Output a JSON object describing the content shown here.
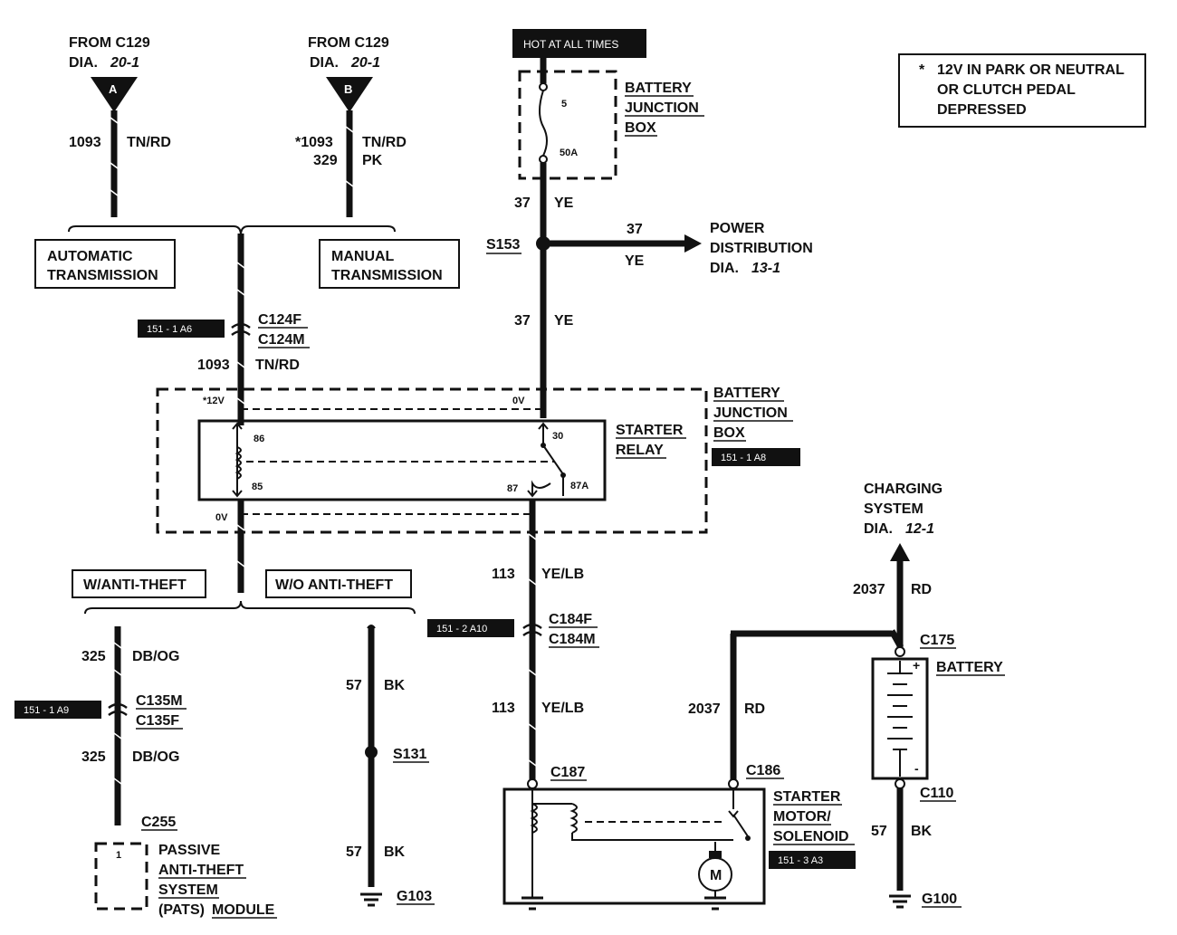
{
  "note": {
    "star": "*",
    "line1": "12V IN PARK OR NEUTRAL",
    "line2": "OR CLUTCH PEDAL",
    "line3": "DEPRESSED"
  },
  "hot_label": "HOT AT ALL TIMES",
  "from_a": {
    "line1": "FROM C129",
    "dia_prefix": "DIA.",
    "dia_ref": "20-1",
    "letter": "A"
  },
  "from_b": {
    "line1": "FROM C129",
    "dia_prefix": "DIA.",
    "dia_ref": "20-1",
    "letter": "B"
  },
  "wire_a": {
    "num": "1093",
    "color": "TN/RD"
  },
  "wire_b1": {
    "num": "*1093",
    "color": "TN/RD"
  },
  "wire_b2": {
    "num": "329",
    "color": "PK"
  },
  "auto_box": {
    "line1": "AUTOMATIC",
    "line2": "TRANSMISSION"
  },
  "manual_box": {
    "line1": "MANUAL",
    "line2": "TRANSMISSION"
  },
  "tag_a6": "151 - 1 A6",
  "conn_c124": {
    "f": "C124F",
    "m": "C124M"
  },
  "wire_1093_low": {
    "num": "1093",
    "color": "TN/RD"
  },
  "bjb_top": {
    "line1": "BATTERY",
    "line2": "JUNCTION",
    "line3": "BOX",
    "fuse_num": "5",
    "fuse_amp": "50A"
  },
  "wire_37_top": {
    "num": "37",
    "color": "YE"
  },
  "splice_s153": "S153",
  "wire_37_right": {
    "num": "37",
    "color": "YE"
  },
  "power_dist": {
    "line1": "POWER",
    "line2": "DISTRIBUTION",
    "dia_prefix": "DIA.",
    "dia_ref": "13-1"
  },
  "wire_37_mid": {
    "num": "37",
    "color": "YE"
  },
  "bjb_main": {
    "line1": "BATTERY",
    "line2": "JUNCTION",
    "line3": "BOX",
    "tag": "151 - 1 A8"
  },
  "volt_12v": "*12V",
  "volt_0v_top": "0V",
  "volt_0v_bot": "0V",
  "relay": {
    "line1": "STARTER",
    "line2": "RELAY",
    "pin86": "86",
    "pin85": "85",
    "pin30": "30",
    "pin87": "87",
    "pin87a": "87A"
  },
  "anti_theft": "W/ANTI-THEFT",
  "no_anti_theft": "W/O ANTI-THEFT",
  "wire_113_top": {
    "num": "113",
    "color": "YE/LB"
  },
  "tag_a10": "151 - 2 A10",
  "conn_c184": {
    "f": "C184F",
    "m": "C184M"
  },
  "wire_113_low": {
    "num": "113",
    "color": "YE/LB"
  },
  "wire_325_top": {
    "num": "325",
    "color": "DB/OG"
  },
  "tag_a9": "151 - 1 A9",
  "conn_c135": {
    "m": "C135M",
    "f": "C135F"
  },
  "wire_325_low": {
    "num": "325",
    "color": "DB/OG"
  },
  "conn_c255": "C255",
  "pats": {
    "pin": "1",
    "line1": "PASSIVE",
    "line2": "ANTI-THEFT",
    "line3": "SYSTEM",
    "line4a": "(PATS)",
    "line4b": "MODULE"
  },
  "wire_57_top": {
    "num": "57",
    "color": "BK"
  },
  "splice_s131": "S131",
  "wire_57_low": {
    "num": "57",
    "color": "BK"
  },
  "ground_g103": "G103",
  "conn_c187": "C187",
  "conn_c186": "C186",
  "wire_2037_mid": {
    "num": "2037",
    "color": "RD"
  },
  "starter": {
    "line1": "STARTER",
    "line2": "MOTOR/",
    "line3": "SOLENOID",
    "tag": "151 - 3 A3",
    "motor": "M"
  },
  "charging": {
    "line1": "CHARGING",
    "line2": "SYSTEM",
    "dia_prefix": "DIA.",
    "dia_ref": "12-1"
  },
  "wire_2037_top": {
    "num": "2037",
    "color": "RD"
  },
  "conn_c175": "C175",
  "battery": {
    "label": "BATTERY",
    "plus": "+",
    "minus": "-"
  },
  "conn_c110": "C110",
  "wire_57_batt": {
    "num": "57",
    "color": "BK"
  },
  "ground_g100": "G100"
}
